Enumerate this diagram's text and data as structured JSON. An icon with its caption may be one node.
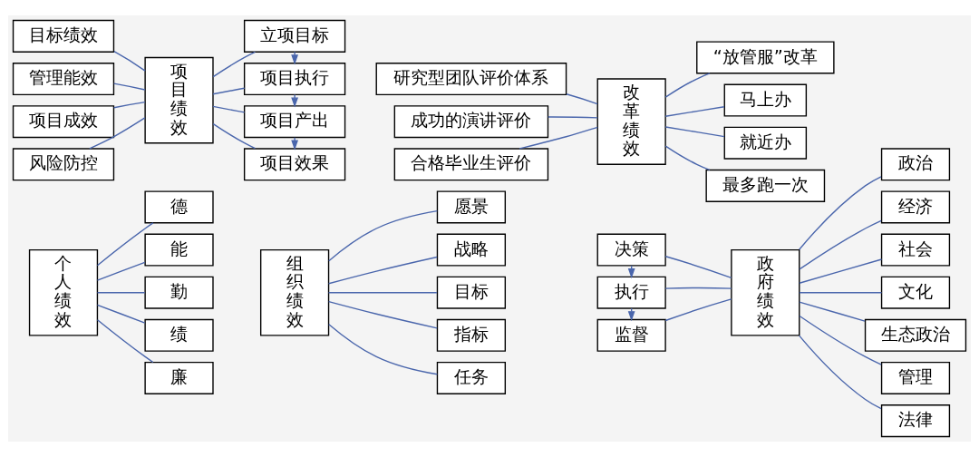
{
  "diagram": {
    "nodes": [
      {
        "text": [
          "个人绩效"
        ]
      },
      {
        "text": [
          "德"
        ]
      },
      {
        "text": [
          "能"
        ]
      },
      {
        "text": [
          "勤"
        ]
      },
      {
        "text": [
          "绩"
        ]
      },
      {
        "text": [
          "廉"
        ]
      },
      {
        "text": [
          "组织绩效"
        ]
      },
      {
        "text": [
          "愿景"
        ]
      },
      {
        "text": [
          "战略"
        ]
      },
      {
        "text": [
          "目标"
        ]
      },
      {
        "text": [
          "指标"
        ]
      },
      {
        "text": [
          "任务"
        ]
      },
      {
        "text": [
          "决策"
        ]
      },
      {
        "text": [
          "执行"
        ]
      },
      {
        "text": [
          "监督"
        ]
      },
      {
        "text": [
          "政府绩效"
        ]
      },
      {
        "text": [
          "政治"
        ]
      },
      {
        "text": [
          "经济"
        ]
      },
      {
        "text": [
          "社会"
        ]
      },
      {
        "text": [
          "文化"
        ]
      },
      {
        "text": [
          "生态政治"
        ]
      },
      {
        "text": [
          "管理"
        ]
      },
      {
        "text": [
          "法律"
        ]
      },
      {
        "text": [
          "目标绩效"
        ]
      },
      {
        "text": [
          "管理能效"
        ]
      },
      {
        "text": [
          "项目成效"
        ]
      },
      {
        "text": [
          "风险防控"
        ]
      },
      {
        "text": [
          "项目绩效"
        ]
      },
      {
        "text": [
          "立项目标"
        ]
      },
      {
        "text": [
          "项目执行"
        ]
      },
      {
        "text": [
          "项目产出"
        ]
      },
      {
        "text": [
          "项目效果"
        ]
      },
      {
        "text": [
          "成功的演讲评价"
        ]
      },
      {
        "text": [
          "研究型团队评价体系"
        ]
      },
      {
        "text": [
          "合格毕业生评价"
        ]
      },
      {
        "text": [
          "改革绩效"
        ]
      },
      {
        "text": [
          "“放管服”改革"
        ]
      },
      {
        "text": [
          "马上办"
        ]
      },
      {
        "text": [
          "就近办"
        ]
      },
      {
        "text": [
          "最多跑一次"
        ]
      }
    ],
    "edges": [
      {
        "from": 0,
        "to": 1,
        "arrow": "none"
      },
      {
        "from": 0,
        "to": 2,
        "arrow": "none"
      },
      {
        "from": 0,
        "to": 3,
        "arrow": "none"
      },
      {
        "from": 0,
        "to": 4,
        "arrow": "none"
      },
      {
        "from": 0,
        "to": 5,
        "arrow": "none"
      },
      {
        "from": 6,
        "to": 7,
        "arrow": "none"
      },
      {
        "from": 6,
        "to": 8,
        "arrow": "none"
      },
      {
        "from": 6,
        "to": 9,
        "arrow": "none"
      },
      {
        "from": 6,
        "to": 10,
        "arrow": "none"
      },
      {
        "from": 6,
        "to": 11,
        "arrow": "none"
      },
      {
        "from": 12,
        "to": 13,
        "arrow": "to"
      },
      {
        "from": 13,
        "to": 14,
        "arrow": "to"
      },
      {
        "from": 15,
        "to": 12,
        "arrow": "none"
      },
      {
        "from": 15,
        "to": 13,
        "arrow": "none"
      },
      {
        "from": 15,
        "to": 14,
        "arrow": "none"
      },
      {
        "from": 15,
        "to": 16,
        "arrow": "none"
      },
      {
        "from": 15,
        "to": 17,
        "arrow": "none"
      },
      {
        "from": 15,
        "to": 18,
        "arrow": "none"
      },
      {
        "from": 15,
        "to": 19,
        "arrow": "none"
      },
      {
        "from": 15,
        "to": 20,
        "arrow": "none"
      },
      {
        "from": 15,
        "to": 21,
        "arrow": "none"
      },
      {
        "from": 15,
        "to": 22,
        "arrow": "none"
      },
      {
        "from": 27,
        "to": 23,
        "arrow": "none"
      },
      {
        "from": 27,
        "to": 24,
        "arrow": "none"
      },
      {
        "from": 27,
        "to": 25,
        "arrow": "none"
      },
      {
        "from": 27,
        "to": 26,
        "arrow": "none"
      },
      {
        "from": 27,
        "to": 28,
        "arrow": "none"
      },
      {
        "from": 27,
        "to": 29,
        "arrow": "none"
      },
      {
        "from": 27,
        "to": 30,
        "arrow": "none"
      },
      {
        "from": 27,
        "to": 31,
        "arrow": "none"
      },
      {
        "from": 28,
        "to": 29,
        "arrow": "to"
      },
      {
        "from": 29,
        "to": 30,
        "arrow": "to"
      },
      {
        "from": 30,
        "to": 31,
        "arrow": "to"
      },
      {
        "from": 35,
        "to": 32,
        "arrow": "none"
      },
      {
        "from": 35,
        "to": 33,
        "arrow": "none"
      },
      {
        "from": 35,
        "to": 34,
        "arrow": "none"
      },
      {
        "from": 35,
        "to": 36,
        "arrow": "none"
      },
      {
        "from": 35,
        "to": 37,
        "arrow": "none"
      },
      {
        "from": 35,
        "to": 38,
        "arrow": "none"
      },
      {
        "from": 35,
        "to": 39,
        "arrow": "none"
      }
    ]
  }
}
